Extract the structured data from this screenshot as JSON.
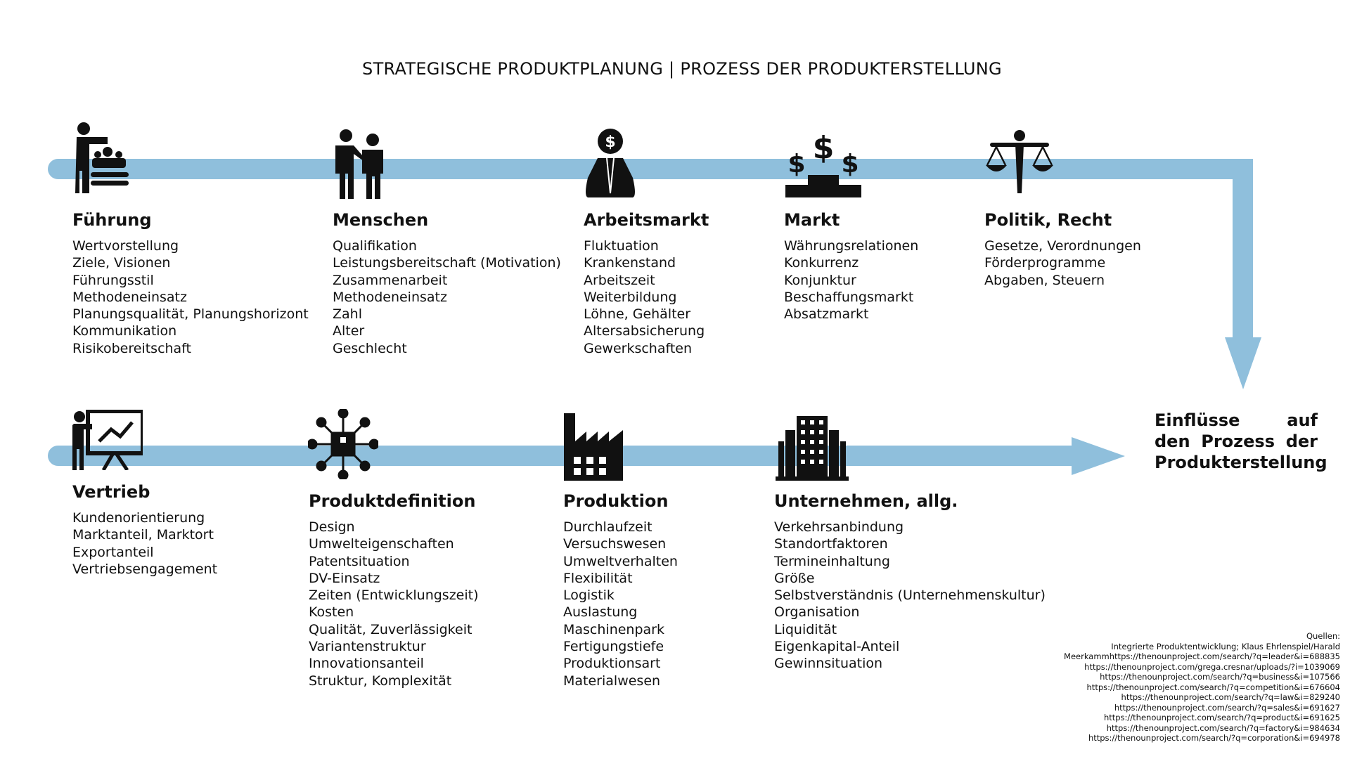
{
  "title": "STRATEGISCHE PRODUKTPLANUNG | PROZESS DER PRODUKTERSTELLUNG",
  "colors": {
    "arrow": "#8fbfdc",
    "icon": "#111111"
  },
  "top_row": [
    {
      "heading": "Führung",
      "icon": "leader-icon",
      "items": [
        "Wertvorstellung",
        "Ziele, Visionen",
        "Führungsstil",
        "Methodeneinsatz",
        "Planungsqualität, Planungshorizont",
        "Kommunikation",
        "Risikobereitschaft"
      ]
    },
    {
      "heading": "Menschen",
      "icon": "people-icon",
      "items": [
        "Qualifikation",
        "Leistungsbereitschaft (Motivation)",
        "Zusammenarbeit",
        "Methodeneinsatz",
        "Zahl",
        "Alter",
        "Geschlecht"
      ]
    },
    {
      "heading": "Arbeitsmarkt",
      "icon": "businessman-dollar-icon",
      "items": [
        "Fluktuation",
        "Krankenstand",
        "Arbeitszeit",
        "Weiterbildung",
        "Löhne, Gehälter",
        "Altersabsicherung",
        "Gewerkschaften"
      ]
    },
    {
      "heading": "Markt",
      "icon": "competition-dollar-icon",
      "items": [
        "Währungsrelationen",
        "Konkurrenz",
        "Konjunktur",
        "Beschaffungsmarkt",
        "Absatzmarkt"
      ]
    },
    {
      "heading": "Politik, Recht",
      "icon": "law-scales-icon",
      "items": [
        "Gesetze, Verordnungen",
        "Förderprogramme",
        "Abgaben, Steuern"
      ]
    }
  ],
  "bottom_row": [
    {
      "heading": "Vertrieb",
      "icon": "sales-presentation-icon",
      "items": [
        "Kundenorientierung",
        "Marktanteil, Marktort",
        "Exportanteil",
        "Vertriebsengagement"
      ]
    },
    {
      "heading": "Produktdefinition",
      "icon": "product-icon",
      "items": [
        "Design",
        "Umwelteigenschaften",
        "Patentsituation",
        "DV-Einsatz",
        "Zeiten (Entwicklungszeit)",
        "Kosten",
        "Qualität, Zuverlässigkeit",
        "Variantenstruktur",
        "Innovationsanteil",
        "Struktur, Komplexität"
      ]
    },
    {
      "heading": "Produktion",
      "icon": "factory-icon",
      "items": [
        "Durchlaufzeit",
        "Versuchswesen",
        "Umweltverhalten",
        "Flexibilität",
        "Logistik",
        "Auslastung",
        "Maschinenpark",
        "Fertigungstiefe",
        "Produktionsart",
        "Materialwesen"
      ]
    },
    {
      "heading": "Unternehmen, allg.",
      "icon": "corporation-building-icon",
      "items": [
        "Verkehrsanbindung",
        "Standortfaktoren",
        "Termineinhaltung",
        "Größe",
        "Selbstverständnis (Unternehmenskultur)",
        "Organisation",
        "Liquidität",
        "Eigenkapital-Anteil",
        "Gewinnsituation"
      ]
    }
  ],
  "summary": "Einflüsse auf den Prozess der Produkterstellung",
  "sources": {
    "label": "Quellen:",
    "lines": [
      "Integrierte Produktentwicklung; Klaus Ehrlenspiel/Harald",
      "Meerkammhttps://thenounproject.com/search/?q=leader&i=688835",
      "https://thenounproject.com/grega.cresnar/uploads/?i=1039069",
      "https://thenounproject.com/search/?q=business&i=107566",
      "https://thenounproject.com/search/?q=competition&i=676604",
      "https://thenounproject.com/search/?q=law&i=829240",
      "https://thenounproject.com/search/?q=sales&i=691627",
      "https://thenounproject.com/search/?q=product&i=691625",
      "https://thenounproject.com/search/?q=factory&i=984634",
      "https://thenounproject.com/search/?q=corporation&i=694978"
    ]
  }
}
